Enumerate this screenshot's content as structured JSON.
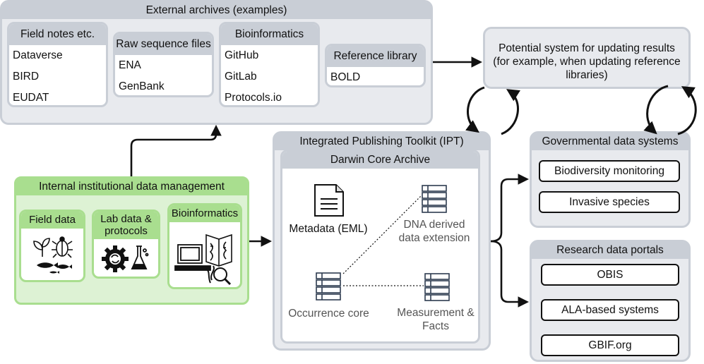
{
  "external_archives": {
    "title": "External archives (examples)",
    "groups": [
      {
        "title": "Field notes etc.",
        "items": [
          "Dataverse",
          "BIRD",
          "EUDAT"
        ]
      },
      {
        "title": "Raw sequence files",
        "items": [
          "ENA",
          "GenBank"
        ]
      },
      {
        "title": "Bioinformatics",
        "items": [
          "GitHub",
          "GitLab",
          "Protocols.io"
        ]
      },
      {
        "title": "Reference library",
        "items": [
          "BOLD"
        ]
      }
    ]
  },
  "potential_system": {
    "text": "Potential system for updating results (for example, when updating reference libraries)"
  },
  "internal": {
    "title": "Internal institutional data management",
    "field_data": "Field data",
    "lab_data": "Lab data & protocols",
    "bioinformatics": "Bioinformatics"
  },
  "ipt": {
    "title": "Integrated Publishing Toolkit (IPT)",
    "dwca_title": "Darwin Core Archive",
    "metadata": "Metadata (EML)",
    "dna_extension": "DNA derived data extension",
    "occurrence_core": "Occurrence core",
    "measurement": "Measurement & Facts"
  },
  "governmental": {
    "title": "Governmental data systems",
    "items": [
      "Biodiversity monitoring",
      "Invasive species"
    ]
  },
  "research_portals": {
    "title": "Research data portals",
    "items": [
      "OBIS",
      "ALA-based systems",
      "GBIF.org"
    ]
  },
  "colors": {
    "panel_fill": "#e8eaee",
    "panel_header": "#c9ced6",
    "green_fill": "#ddf2d4",
    "green_header": "#a9de8f",
    "ipt_text": "#555555"
  }
}
